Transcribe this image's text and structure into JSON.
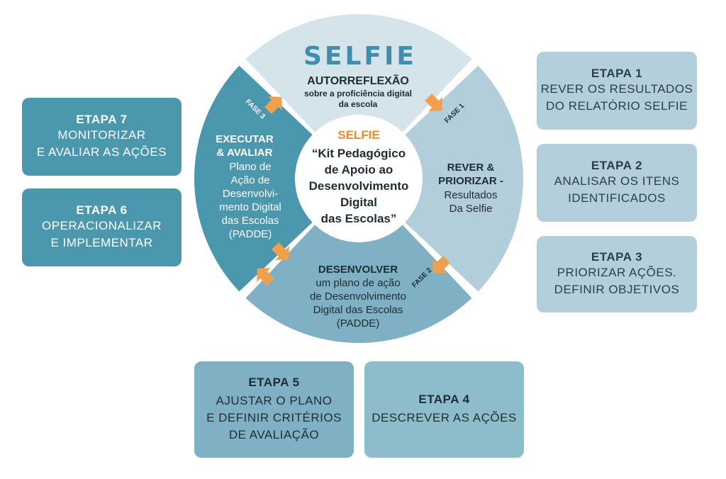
{
  "selfie_logo": "SELFIE",
  "wheel": {
    "top": {
      "title": "AUTORREFLEXÃO",
      "lines": [
        "sobre a proficiência digital",
        "da escola"
      ]
    },
    "right": {
      "title_lines": [
        "REVER &",
        "PRIORIZAR -"
      ],
      "lines": [
        "Resultados",
        "Da Selfie"
      ]
    },
    "bottom": {
      "title": "DESENVOLVER",
      "lines": [
        "um plano de ação",
        "de Desenvolvimento",
        "Digital das Escolas",
        "(PADDE)"
      ]
    },
    "left": {
      "title_lines": [
        "EXECUTAR",
        "& AVALIAR"
      ],
      "lines": [
        "Plano de",
        "Ação de",
        "Desenvolvi-",
        "mento Digital",
        "das Escolas",
        "(PADDE)"
      ]
    },
    "center": {
      "brand": "SELFIE",
      "lines": [
        "“Kit Pedagógico",
        "de Apoio ao",
        "Desenvolvimento",
        "Digital",
        "das Escolas”"
      ]
    },
    "phases": {
      "fase1": "FASE 1",
      "fase2": "FASE 2",
      "fase3": "FASE 3"
    }
  },
  "steps": {
    "e1": {
      "title": "ETAPA 1",
      "lines": [
        "REVER OS RESULTADOS",
        "DO RELATÓRIO SELFIE"
      ]
    },
    "e2": {
      "title": "ETAPA 2",
      "lines": [
        "ANALISAR OS ITENS",
        "IDENTIFICADOS"
      ]
    },
    "e3": {
      "title": "ETAPA 3",
      "lines": [
        "PRIORIZAR AÇÕES.",
        "DEFINIR OBJETIVOS"
      ]
    },
    "e4": {
      "title": "ETAPA 4",
      "lines": [
        "DESCREVER AS AÇÕES"
      ]
    },
    "e5": {
      "title": "ETAPA 5",
      "lines": [
        "AJUSTAR O PLANO",
        "E DEFINIR CRITÉRIOS",
        "DE AVALIAÇÃO"
      ]
    },
    "e6": {
      "title": "ETAPA 6",
      "lines": [
        "OPERACIONALIZAR",
        "E IMPLEMENTAR"
      ]
    },
    "e7": {
      "title": "ETAPA 7",
      "lines": [
        "MONITORIZAR",
        "E AVALIAR AS AÇÕES"
      ]
    }
  },
  "colors": {
    "top_segment": "#d5e3ea",
    "right_segment": "#b3cedb",
    "bottom_segment": "#7fb0c3",
    "left_segment": "#4a97ae",
    "arrow": "#f0a04b",
    "brand": "#e98a2e",
    "dark_text": "#1f2d33"
  }
}
